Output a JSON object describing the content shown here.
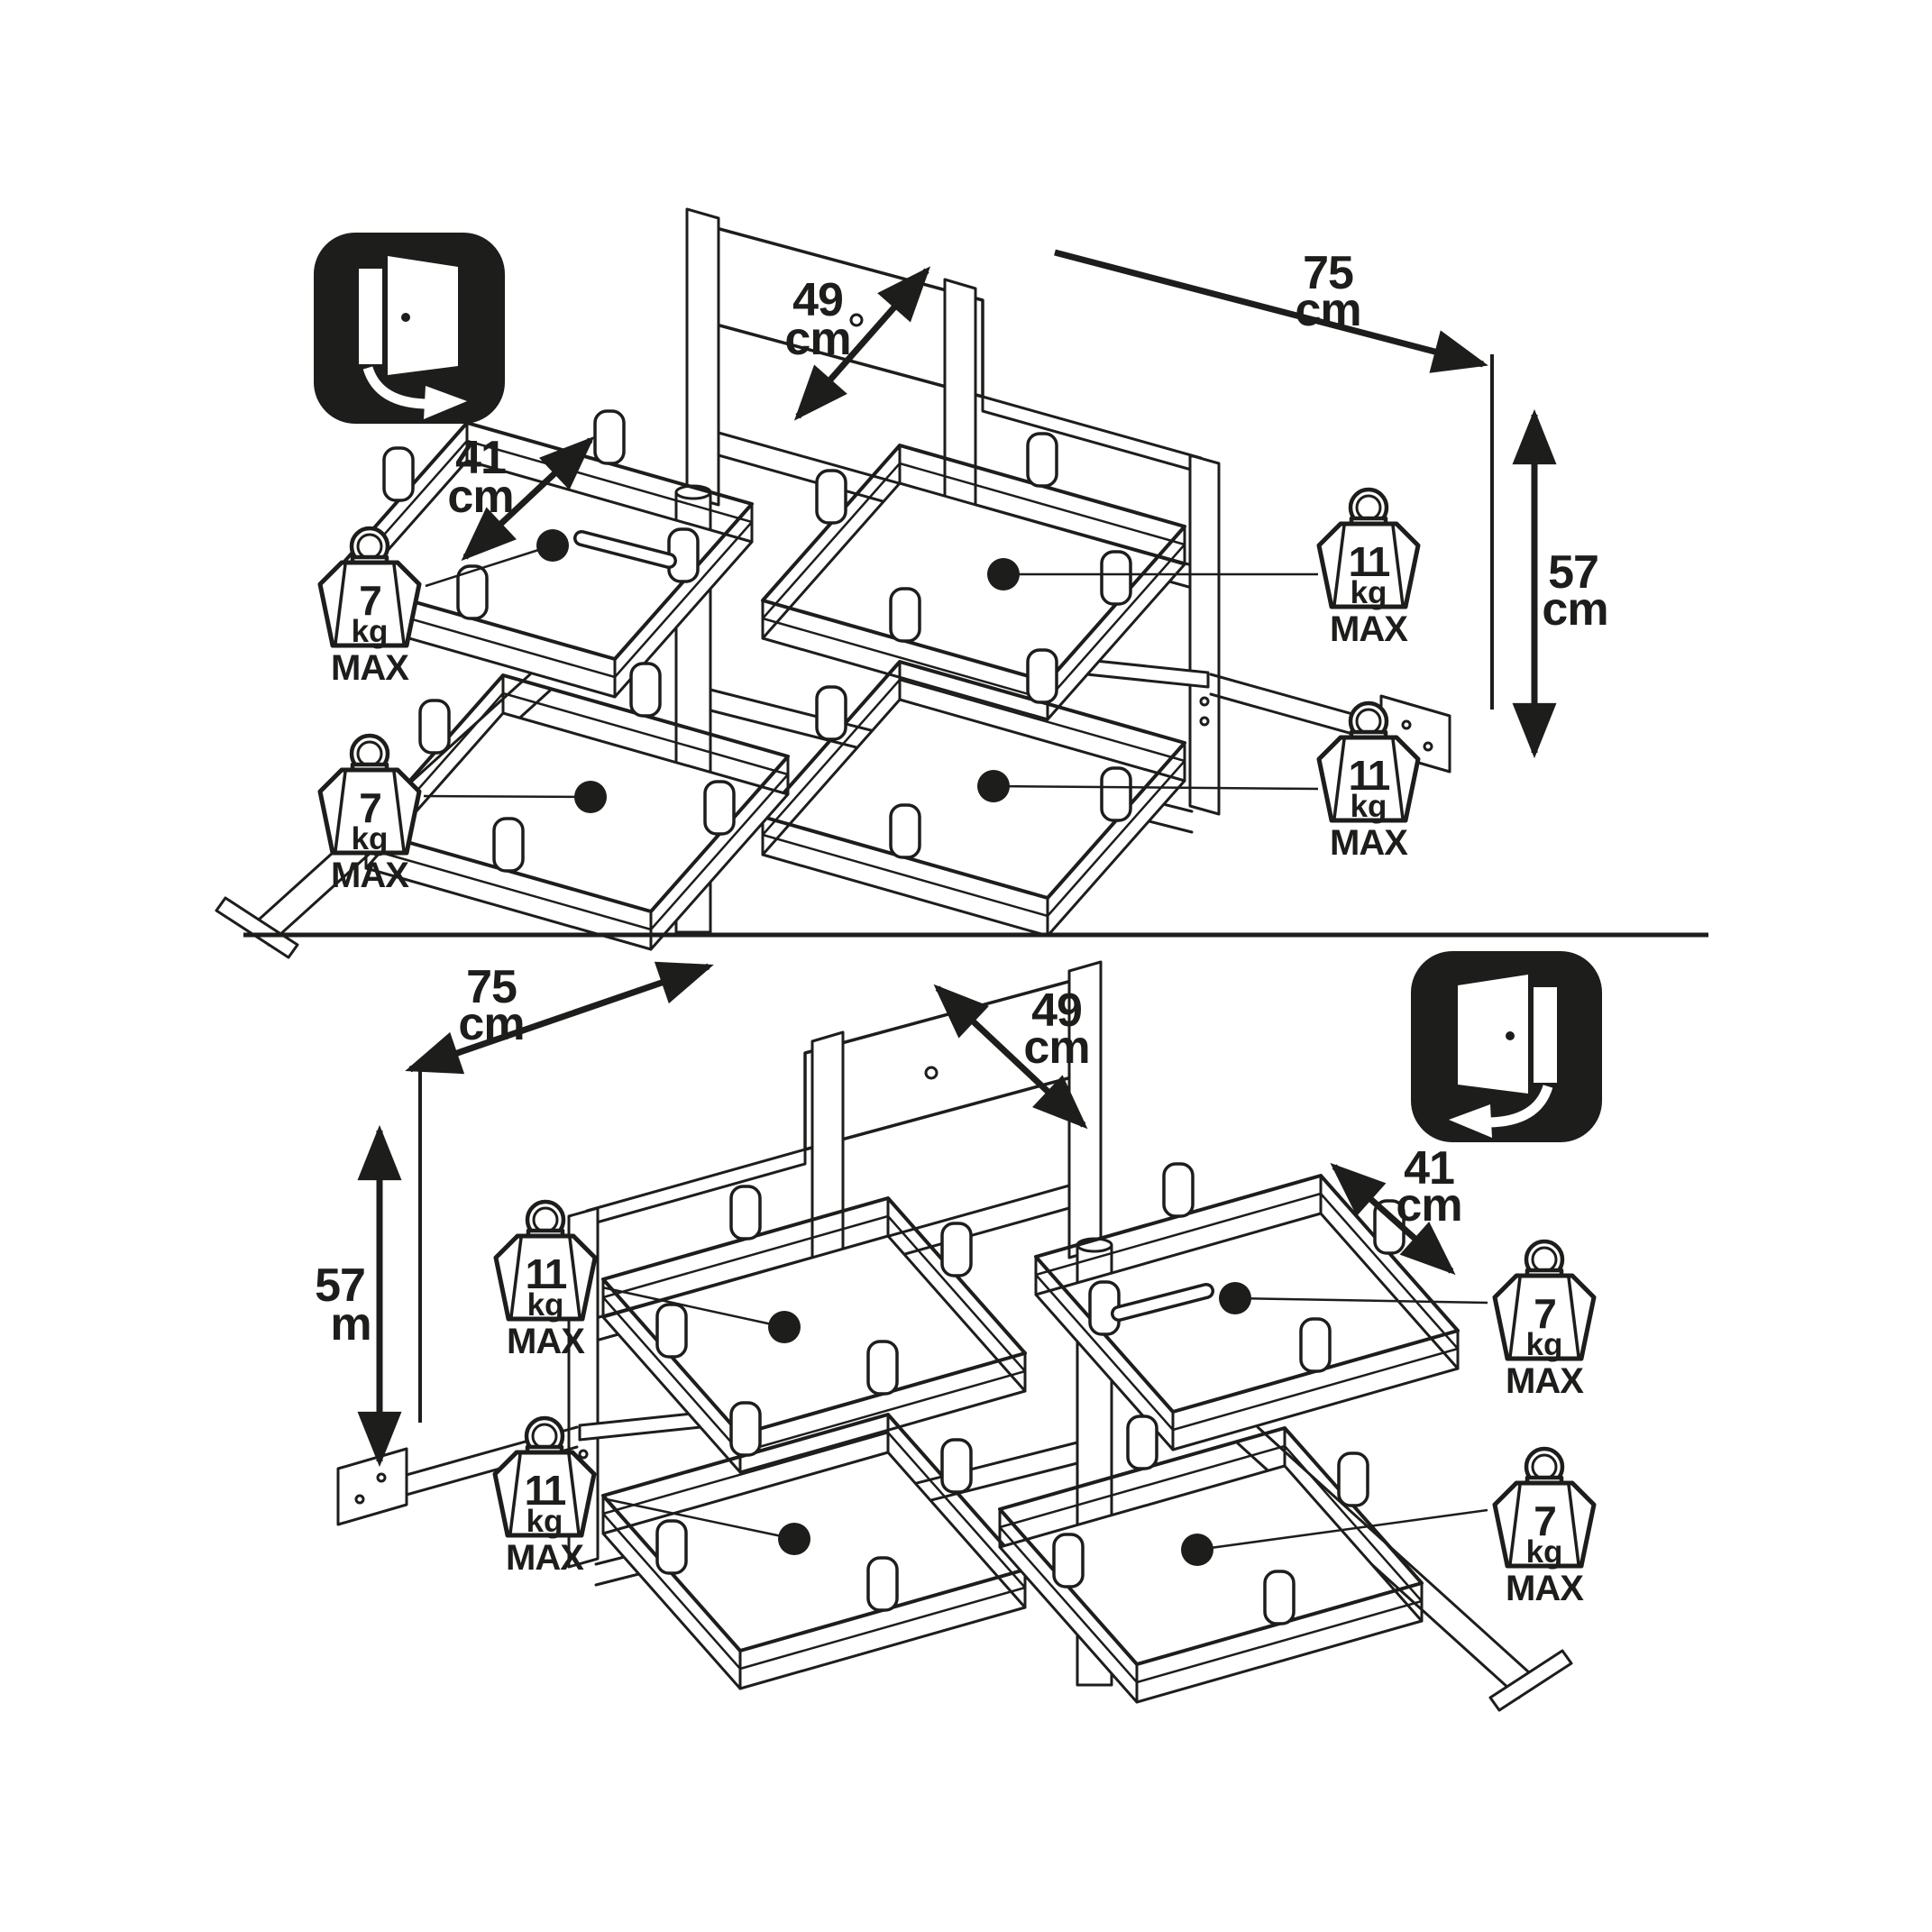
{
  "title": "Pull-out corner cabinet basket unit - dimension and load diagram",
  "colors": {
    "ink": "#1d1d1b",
    "background": "#ffffff"
  },
  "icons": {
    "door_right": "door-opening-right-icon",
    "door_left": "door-opening-left-icon",
    "weight": "kettlebell-weight-icon"
  },
  "panels": [
    {
      "name": "door-hinged-right-configuration",
      "dimensions": {
        "basket_depth": {
          "value": "41",
          "unit": "cm"
        },
        "unit_depth": {
          "value": "49",
          "unit": "cm"
        },
        "unit_width": {
          "value": "75",
          "unit": "cm"
        },
        "unit_height": {
          "value": "57",
          "unit": "cm"
        }
      },
      "weights": {
        "left_top": {
          "value": "7",
          "unit": "kg",
          "max": "MAX"
        },
        "left_bottom": {
          "value": "7",
          "unit": "kg",
          "max": "MAX"
        },
        "right_top": {
          "value": "11",
          "unit": "kg",
          "max": "MAX"
        },
        "right_bottom": {
          "value": "11",
          "unit": "kg",
          "max": "MAX"
        }
      }
    },
    {
      "name": "door-hinged-left-configuration",
      "dimensions": {
        "basket_depth": {
          "value": "41",
          "unit": "cm"
        },
        "unit_depth": {
          "value": "49",
          "unit": "cm"
        },
        "unit_width": {
          "value": "75",
          "unit": "cm"
        },
        "unit_height": {
          "value": "57",
          "unit": "m"
        }
      },
      "weights": {
        "left_top": {
          "value": "11",
          "unit": "kg",
          "max": "MAX"
        },
        "left_bottom": {
          "value": "11",
          "unit": "kg",
          "max": "MAX"
        },
        "right_top": {
          "value": "7",
          "unit": "kg",
          "max": "MAX"
        },
        "right_bottom": {
          "value": "7",
          "unit": "kg",
          "max": "MAX"
        }
      }
    }
  ]
}
